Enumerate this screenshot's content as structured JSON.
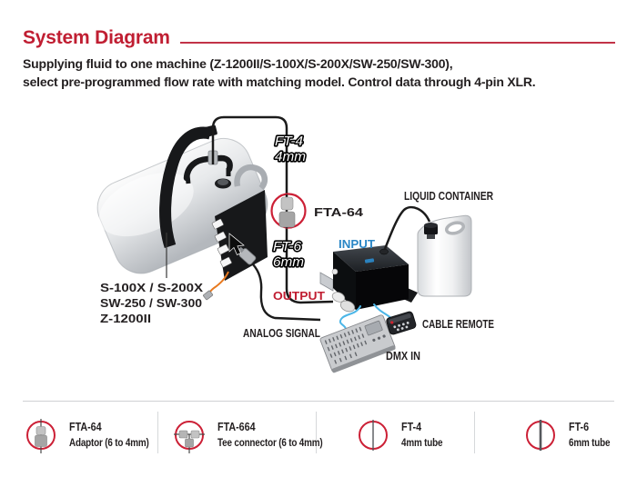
{
  "header": {
    "title": "System Diagram",
    "description_line1": "Supplying fluid to one machine (Z-1200II/S-100X/S-200X/SW-250/SW-300),",
    "description_line2": "select pre-programmed flow rate with matching model. Control data through 4-pin XLR."
  },
  "diagram": {
    "labels": {
      "ft4_line1": "FT-4",
      "ft4_line2": "4mm",
      "fta64": "FTA-64",
      "ft6_line1": "FT-6",
      "ft6_line2": "6mm",
      "input": "INPUT",
      "output": "OUTPUT",
      "analog_signal": "ANALOG SIGNAL",
      "liquid_container": "LIQUID CONTAINER",
      "cable_remote": "CABLE REMOTE",
      "dmx_in": "DMX IN",
      "models": [
        "S-100X / S-200X",
        "SW-250 / SW-300",
        "Z-1200II"
      ]
    },
    "colors": {
      "accent_red": "#c01e32",
      "legend_circle_red": "#cc2036",
      "input_blue": "#2b87c6",
      "cable_cyan": "#4cb6e7",
      "tube_black": "#1b1b1b",
      "text_dark": "#231f20",
      "orange_cable": "#e8791e"
    }
  },
  "legend": {
    "items": [
      {
        "code": "FTA-64",
        "desc": "Adaptor (6 to 4mm)"
      },
      {
        "code": "FTA-664",
        "desc": "Tee connector (6 to 4mm)"
      },
      {
        "code": "FT-4",
        "desc": "4mm tube"
      },
      {
        "code": "FT-6",
        "desc": "6mm tube"
      }
    ]
  }
}
